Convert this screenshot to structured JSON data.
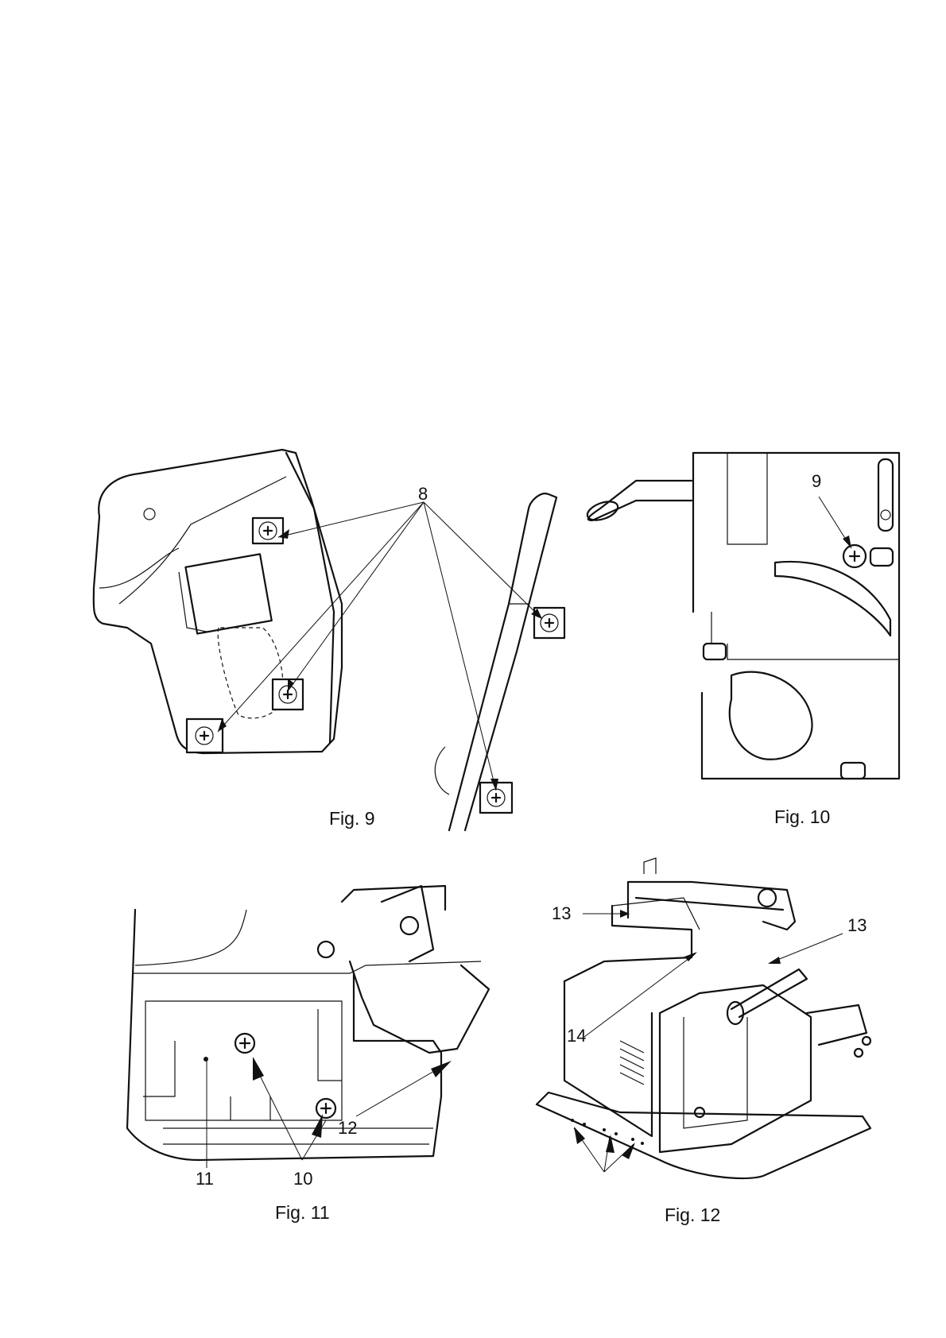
{
  "figures": {
    "fig9": {
      "caption": "Fig. 9",
      "callouts": [
        "8"
      ]
    },
    "fig10": {
      "caption": "Fig. 10",
      "callouts": [
        "9"
      ]
    },
    "fig11": {
      "caption": "Fig. 11",
      "callouts": [
        "10",
        "11",
        "12"
      ]
    },
    "fig12": {
      "caption": "Fig. 12",
      "callouts": [
        "13",
        "13",
        "14"
      ]
    }
  }
}
